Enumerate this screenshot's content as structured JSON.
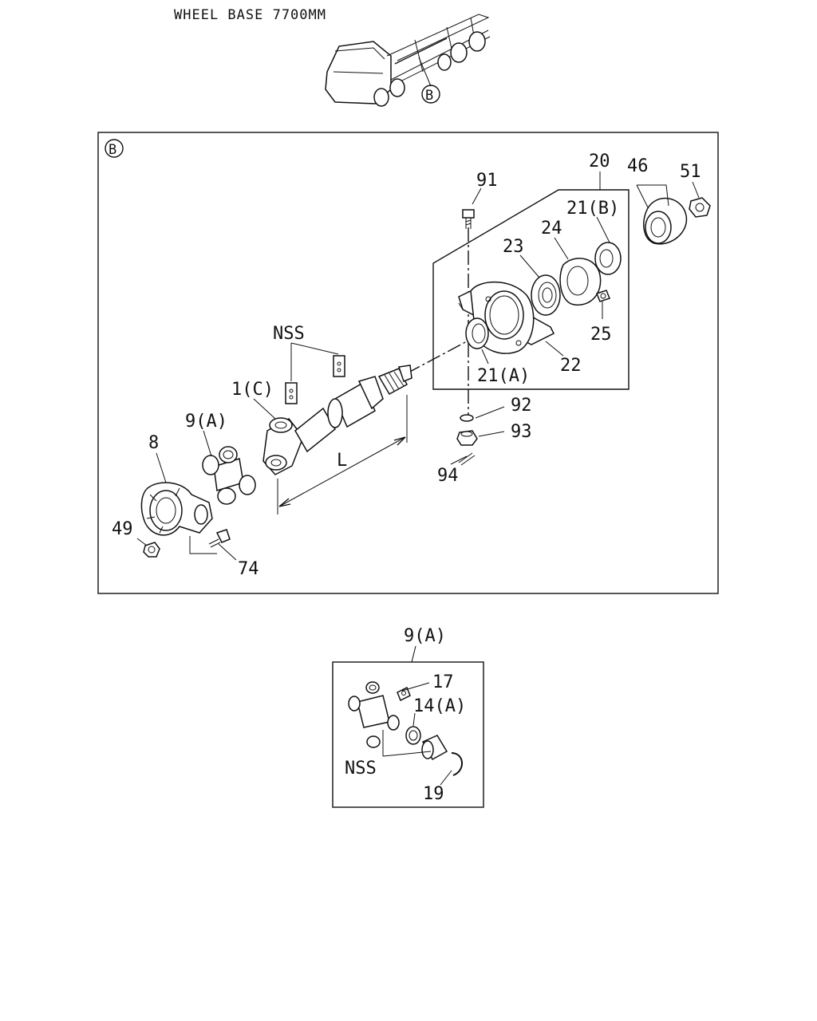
{
  "header": {
    "title": "WHEEL BASE 7700MM"
  },
  "overview": {
    "callout": "B"
  },
  "main_panel": {
    "view_label": "B",
    "callouts": {
      "c91": "91",
      "c20": "20",
      "c46": "46",
      "c51": "51",
      "c21b": "21(B)",
      "c24": "24",
      "c23": "23",
      "c25": "25",
      "c22": "22",
      "c21a": "21(A)",
      "nss": "NSS",
      "c1c": "1(C)",
      "c92": "92",
      "c93": "93",
      "c94": "94",
      "c9a": "9(A)",
      "c8": "8",
      "cL": "L",
      "c49": "49",
      "c74": "74"
    }
  },
  "detail_panel": {
    "title": "9(A)",
    "callouts": {
      "c17": "17",
      "c14a": "14(A)",
      "nss": "NSS",
      "c19": "19"
    }
  }
}
